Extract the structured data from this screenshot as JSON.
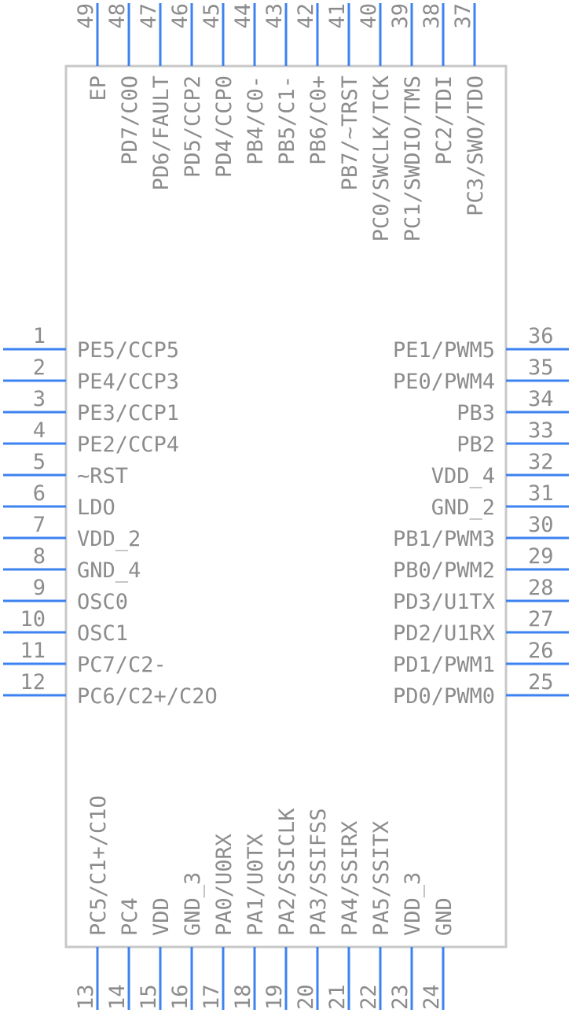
{
  "colors": {
    "pin": "#3c82f0",
    "body_stroke": "#c8c8c8",
    "text": "#8c8c8c",
    "background": "#ffffff"
  },
  "pins": {
    "left": [
      {
        "num": "1",
        "name": "PE5/CCP5"
      },
      {
        "num": "2",
        "name": "PE4/CCP3"
      },
      {
        "num": "3",
        "name": "PE3/CCP1"
      },
      {
        "num": "4",
        "name": "PE2/CCP4"
      },
      {
        "num": "5",
        "name": "~RST"
      },
      {
        "num": "6",
        "name": "LDO"
      },
      {
        "num": "7",
        "name": "VDD_2"
      },
      {
        "num": "8",
        "name": "GND_4"
      },
      {
        "num": "9",
        "name": "OSC0"
      },
      {
        "num": "10",
        "name": "OSC1"
      },
      {
        "num": "11",
        "name": "PC7/C2-"
      },
      {
        "num": "12",
        "name": "PC6/C2+/C2O"
      }
    ],
    "bottom": [
      {
        "num": "13",
        "name": "PC5/C1+/C1O"
      },
      {
        "num": "14",
        "name": "PC4"
      },
      {
        "num": "15",
        "name": "VDD"
      },
      {
        "num": "16",
        "name": "GND_3"
      },
      {
        "num": "17",
        "name": "PA0/U0RX"
      },
      {
        "num": "18",
        "name": "PA1/U0TX"
      },
      {
        "num": "19",
        "name": "PA2/SSICLK"
      },
      {
        "num": "20",
        "name": "PA3/SSIFSS"
      },
      {
        "num": "21",
        "name": "PA4/SSIRX"
      },
      {
        "num": "22",
        "name": "PA5/SSITX"
      },
      {
        "num": "23",
        "name": "VDD_3"
      },
      {
        "num": "24",
        "name": "GND"
      }
    ],
    "right": [
      {
        "num": "25",
        "name": "PD0/PWM0"
      },
      {
        "num": "26",
        "name": "PD1/PWM1"
      },
      {
        "num": "27",
        "name": "PD2/U1RX"
      },
      {
        "num": "28",
        "name": "PD3/U1TX"
      },
      {
        "num": "29",
        "name": "PB0/PWM2"
      },
      {
        "num": "30",
        "name": "PB1/PWM3"
      },
      {
        "num": "31",
        "name": "GND_2"
      },
      {
        "num": "32",
        "name": "VDD_4"
      },
      {
        "num": "33",
        "name": "PB2"
      },
      {
        "num": "34",
        "name": "PB3"
      },
      {
        "num": "35",
        "name": "PE0/PWM4"
      },
      {
        "num": "36",
        "name": "PE1/PWM5"
      }
    ],
    "top": [
      {
        "num": "37",
        "name": "PC3/SWO/TDO"
      },
      {
        "num": "38",
        "name": "PC2/TDI"
      },
      {
        "num": "39",
        "name": "PC1/SWDIO/TMS"
      },
      {
        "num": "40",
        "name": "PC0/SWCLK/TCK"
      },
      {
        "num": "41",
        "name": "PB7/~TRST"
      },
      {
        "num": "42",
        "name": "PB6/C0+"
      },
      {
        "num": "43",
        "name": "PB5/C1-"
      },
      {
        "num": "44",
        "name": "PB4/C0-"
      },
      {
        "num": "45",
        "name": "PD4/CCP0"
      },
      {
        "num": "46",
        "name": "PD5/CCP2"
      },
      {
        "num": "47",
        "name": "PD6/FAULT"
      },
      {
        "num": "48",
        "name": "PD7/C0O"
      },
      {
        "num": "49",
        "name": "EP"
      }
    ]
  }
}
